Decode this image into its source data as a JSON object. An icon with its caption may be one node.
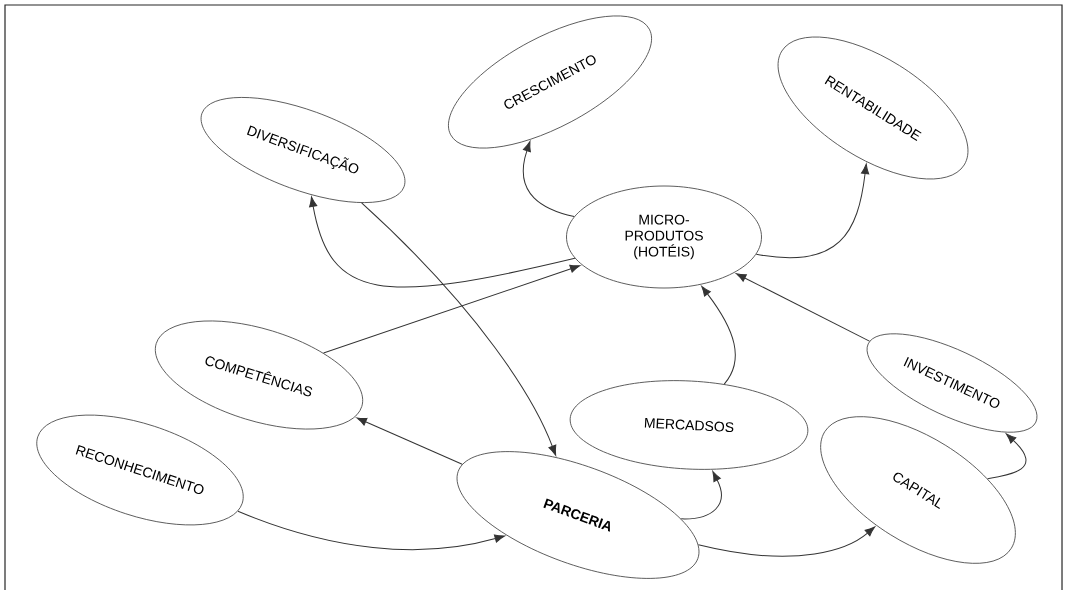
{
  "diagram": {
    "nodes": [
      {
        "text": [
          "CRESCIMENTO"
        ]
      },
      {
        "text": [
          "RENTABILIDADE"
        ]
      },
      {
        "text": [
          "DIVERSIFICAÇÃO"
        ]
      },
      {
        "text": [
          "MICRO-PRODUTOS (HOTÉIS)"
        ]
      },
      {
        "text": [
          "COMPETÊNCIAS"
        ]
      },
      {
        "text": [
          "MERCADSOS"
        ]
      },
      {
        "text": [
          "INVESTIMENTO"
        ]
      },
      {
        "text": [
          "RECONHECIMENTO"
        ]
      },
      {
        "text": [
          "PARCERIA"
        ]
      },
      {
        "text": [
          "CAPITAL"
        ]
      }
    ],
    "edges": [
      {
        "from": 3,
        "to": 0,
        "arrow": "to"
      },
      {
        "from": 3,
        "to": 1,
        "arrow": "to"
      },
      {
        "from": 3,
        "to": 2,
        "arrow": "to"
      },
      {
        "from": 2,
        "to": 8,
        "arrow": "to"
      },
      {
        "from": 4,
        "to": 3,
        "arrow": "to"
      },
      {
        "from": 5,
        "to": 3,
        "arrow": "to"
      },
      {
        "from": 6,
        "to": 3,
        "arrow": "to"
      },
      {
        "from": 8,
        "to": 4,
        "arrow": "to"
      },
      {
        "from": 7,
        "to": 8,
        "arrow": "to"
      },
      {
        "from": 8,
        "to": 5,
        "arrow": "to"
      },
      {
        "from": 8,
        "to": 9,
        "arrow": "to"
      },
      {
        "from": 9,
        "to": 6,
        "arrow": "to"
      }
    ]
  }
}
